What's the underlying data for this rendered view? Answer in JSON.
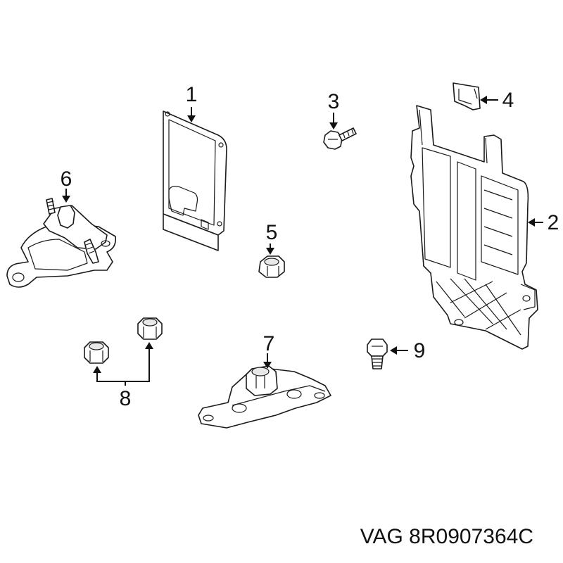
{
  "callouts": {
    "c1": "1",
    "c2": "2",
    "c3": "3",
    "c4": "4",
    "c5": "5",
    "c6": "6",
    "c7": "7",
    "c8": "8",
    "c9": "9"
  },
  "caption": "VAG 8R0907364C",
  "colors": {
    "line": "#1a1a1a",
    "background": "#ffffff"
  }
}
